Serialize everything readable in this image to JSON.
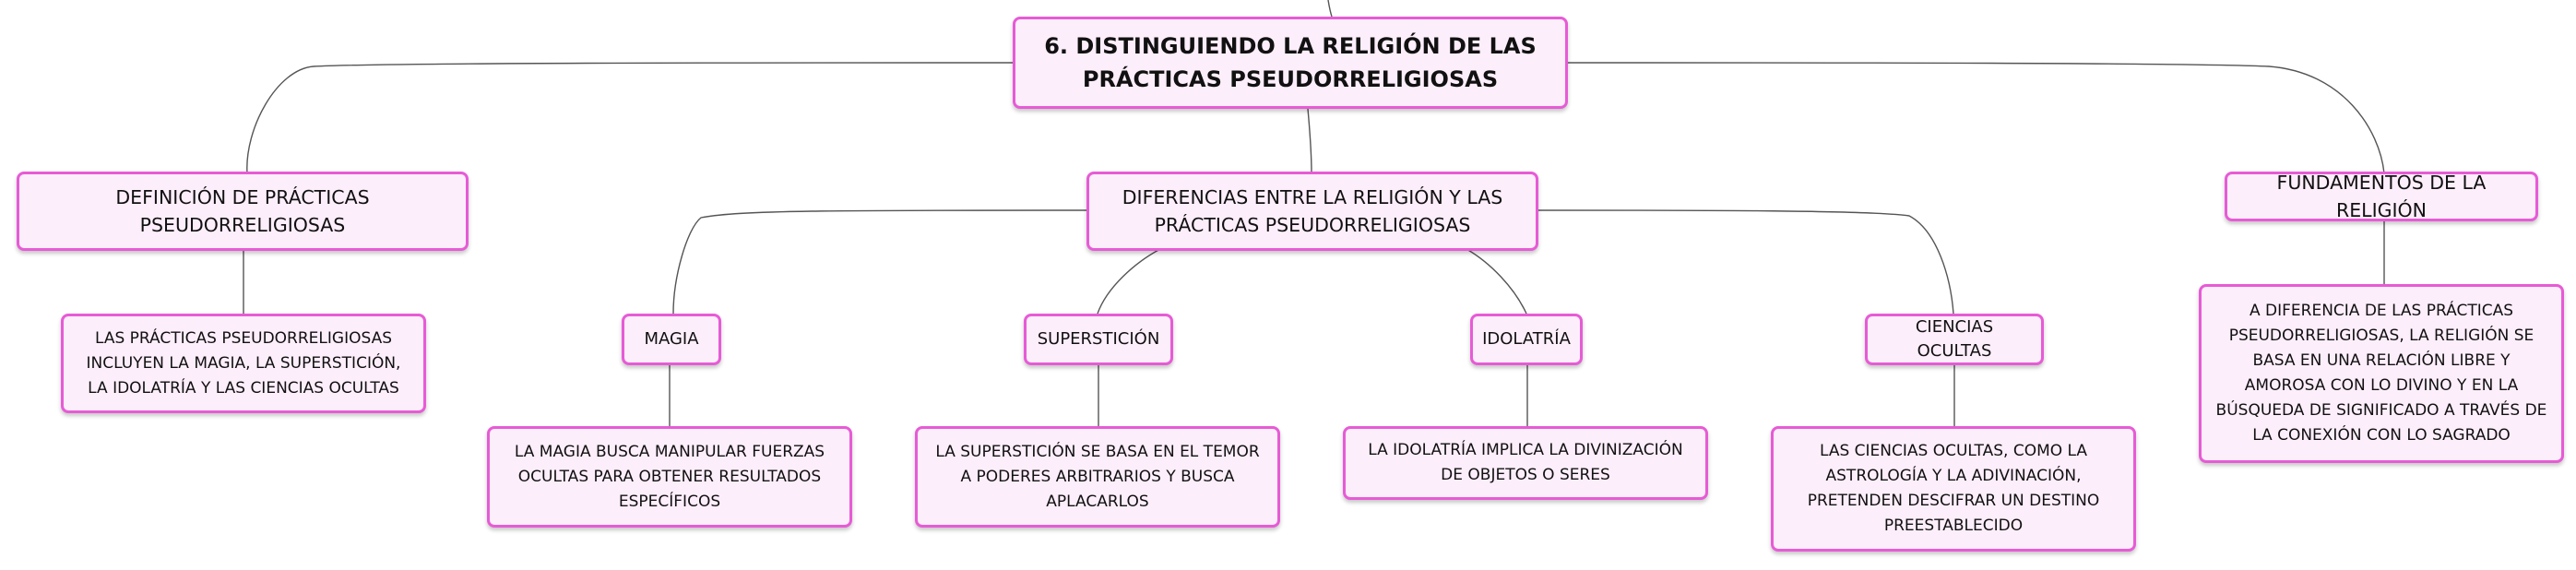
{
  "colors": {
    "border": "#e75bd6",
    "fill": "#fdeefb",
    "line": "#555555"
  },
  "root": {
    "title": "6. DISTINGUIENDO LA RELIGIÓN DE LAS PRÁCTICAS PSEUDORRELIGIOSAS"
  },
  "definition": {
    "label": "DEFINICIÓN DE PRÁCTICAS PSEUDORRELIGIOSAS",
    "detail": "LAS PRÁCTICAS PSEUDORRELIGIOSAS INCLUYEN LA MAGIA, LA SUPERSTICIÓN, LA IDOLATRÍA Y LAS CIENCIAS OCULTAS"
  },
  "differences": {
    "label": "DIFERENCIAS ENTRE LA RELIGIÓN Y LAS PRÁCTICAS PSEUDORRELIGIOSAS",
    "items": [
      {
        "label": "MAGIA",
        "detail": "LA MAGIA BUSCA MANIPULAR FUERZAS OCULTAS PARA OBTENER RESULTADOS ESPECÍFICOS"
      },
      {
        "label": "SUPERSTICIÓN",
        "detail": "LA SUPERSTICIÓN SE BASA EN EL TEMOR A PODERES ARBITRARIOS Y BUSCA APLACARLOS"
      },
      {
        "label": "IDOLATRÍA",
        "detail": "LA IDOLATRÍA IMPLICA LA DIVINIZACIÓN DE OBJETOS O SERES"
      },
      {
        "label": "CIENCIAS OCULTAS",
        "detail": "LAS CIENCIAS OCULTAS, COMO LA ASTROLOGÍA Y LA ADIVINACIÓN, PRETENDEN DESCIFRAR UN DESTINO PREESTABLECIDO"
      }
    ]
  },
  "foundations": {
    "label": "FUNDAMENTOS DE LA RELIGIÓN",
    "detail": "A DIFERENCIA DE LAS PRÁCTICAS PSEUDORRELIGIOSAS, LA RELIGIÓN SE BASA EN UNA RELACIÓN LIBRE Y AMOROSA CON LO DIVINO Y EN LA BÚSQUEDA DE SIGNIFICADO A TRAVÉS DE LA CONEXIÓN CON LO SAGRADO"
  }
}
